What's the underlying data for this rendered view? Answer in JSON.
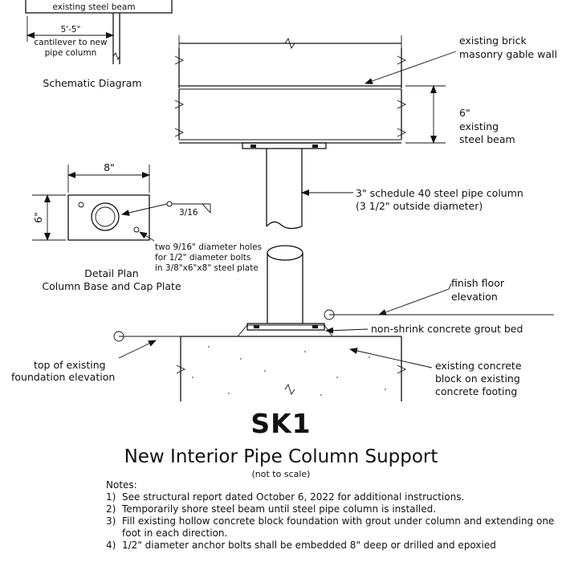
{
  "schematic": {
    "beam_label": "existing steel beam",
    "dimension": "5'-5\"",
    "cantilever_line1": "cantilever to new",
    "cantilever_line2": "pipe column",
    "caption": "Schematic Diagram"
  },
  "detail_plan": {
    "width_dim": "8\"",
    "height_dim": "6\"",
    "weld": "3/16",
    "holes_line1": "two 9/16\" diameter holes",
    "holes_line2": "for 1/2\" diameter bolts",
    "holes_line3": "in 3/8\"x6\"x8\" steel plate",
    "caption_line1": "Detail Plan",
    "caption_line2": "Column Base and Cap Plate"
  },
  "section": {
    "wall_line1": "existing brick",
    "wall_line2": "masonry gable wall",
    "beam_dim": "6\"",
    "beam_line1": "existing",
    "beam_line2": "steel beam",
    "column_line1": "3\" schedule 40 steel pipe column",
    "column_line2": "(3 1/2\" outside diameter)",
    "floor_line1": "finish floor",
    "floor_line2": "elevation",
    "grout": "non-shrink concrete grout bed",
    "foundation_line1": "top of existing",
    "foundation_line2": "foundation elevation",
    "block_line1": "existing concrete",
    "block_line2": "block on existing",
    "block_line3": "concrete footing"
  },
  "title": "SK1",
  "subtitle": "New Interior Pipe Column Support",
  "scale_note": "(not to scale)",
  "notes_heading": "Notes:",
  "notes": [
    {
      "num": "1)",
      "text": "See structural report dated October 6, 2022 for additional instructions."
    },
    {
      "num": "2)",
      "text": "Temporarily shore steel beam until steel pipe column is installed."
    },
    {
      "num": "3)",
      "text": "Fill existing hollow concrete block foundation with grout under column and extending one foot in each direction."
    },
    {
      "num": "4)",
      "text": "1/2\" diameter anchor bolts shall be embedded 8\" deep or drilled and epoxied"
    }
  ]
}
